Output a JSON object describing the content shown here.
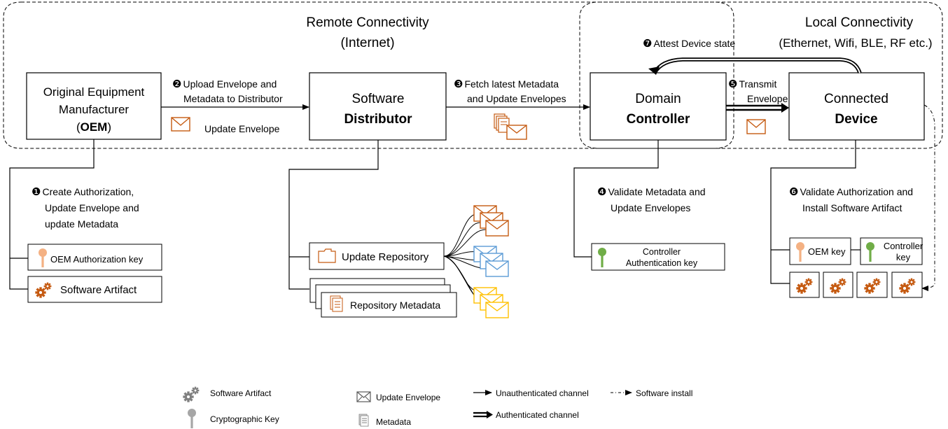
{
  "regions": {
    "remote_title": "Remote Connectivity",
    "remote_subtitle": "(Internet)",
    "local_title": "Local Connectivity",
    "local_subtitle": "(Ethernet, Wifi, BLE, RF etc.)"
  },
  "nodes": {
    "oem": {
      "line1": "Original Equipment",
      "line2": "Manufacturer",
      "paren_open": "(",
      "bold": "OEM",
      "paren_close": ")"
    },
    "distributor": {
      "line1": "Software",
      "bold": "Distributor"
    },
    "controller": {
      "line1": "Domain",
      "bold": "Controller"
    },
    "device": {
      "line1": "Connected",
      "bold": "Device"
    }
  },
  "steps": {
    "s1": {
      "num": "❶",
      "line1": "Create Authorization,",
      "line2": "Update Envelope and",
      "line3": "update Metadata"
    },
    "s2": {
      "num": "❷",
      "line1": "Upload Envelope and",
      "line2": "Metadata to Distributor"
    },
    "s3": {
      "num": "❸",
      "line1": "Fetch latest Metadata",
      "line2": "and Update Envelopes"
    },
    "s4": {
      "num": "❹",
      "line1": "Validate Metadata and",
      "line2": "Update Envelopes"
    },
    "s5": {
      "num": "❺",
      "line1": "Transmit",
      "line2": "Envelope"
    },
    "s6": {
      "num": "❻",
      "line1": "Validate Authorization and",
      "line2": "Install Software Artifact"
    },
    "s7": {
      "num": "❼",
      "line1": "Attest Device state"
    }
  },
  "labels": {
    "update_envelope": "Update Envelope",
    "oem_auth_key": "OEM Authorization key",
    "software_artifact": "Software Artifact",
    "update_repository": "Update Repository",
    "repository_metadata": "Repository Metadata",
    "controller_auth_key_1": "Controller",
    "controller_auth_key_2": "Authentication key",
    "oem_key": "OEM key",
    "controller_key_1": "Controller",
    "controller_key_2": "key"
  },
  "legend": {
    "software_artifact": "Software Artifact",
    "cryptographic_key": "Cryptographic Key",
    "update_envelope": "Update Envelope",
    "metadata": "Metadata",
    "unauthenticated": "Unauthenticated channel",
    "software_install": "Software install",
    "authenticated": "Authenticated channel"
  },
  "colors": {
    "orange": "#c55a11",
    "orange_light": "#f4b183",
    "blue": "#5b9bd5",
    "yellow": "#ffc000",
    "green": "#70ad47",
    "gray": "#7f7f7f"
  }
}
